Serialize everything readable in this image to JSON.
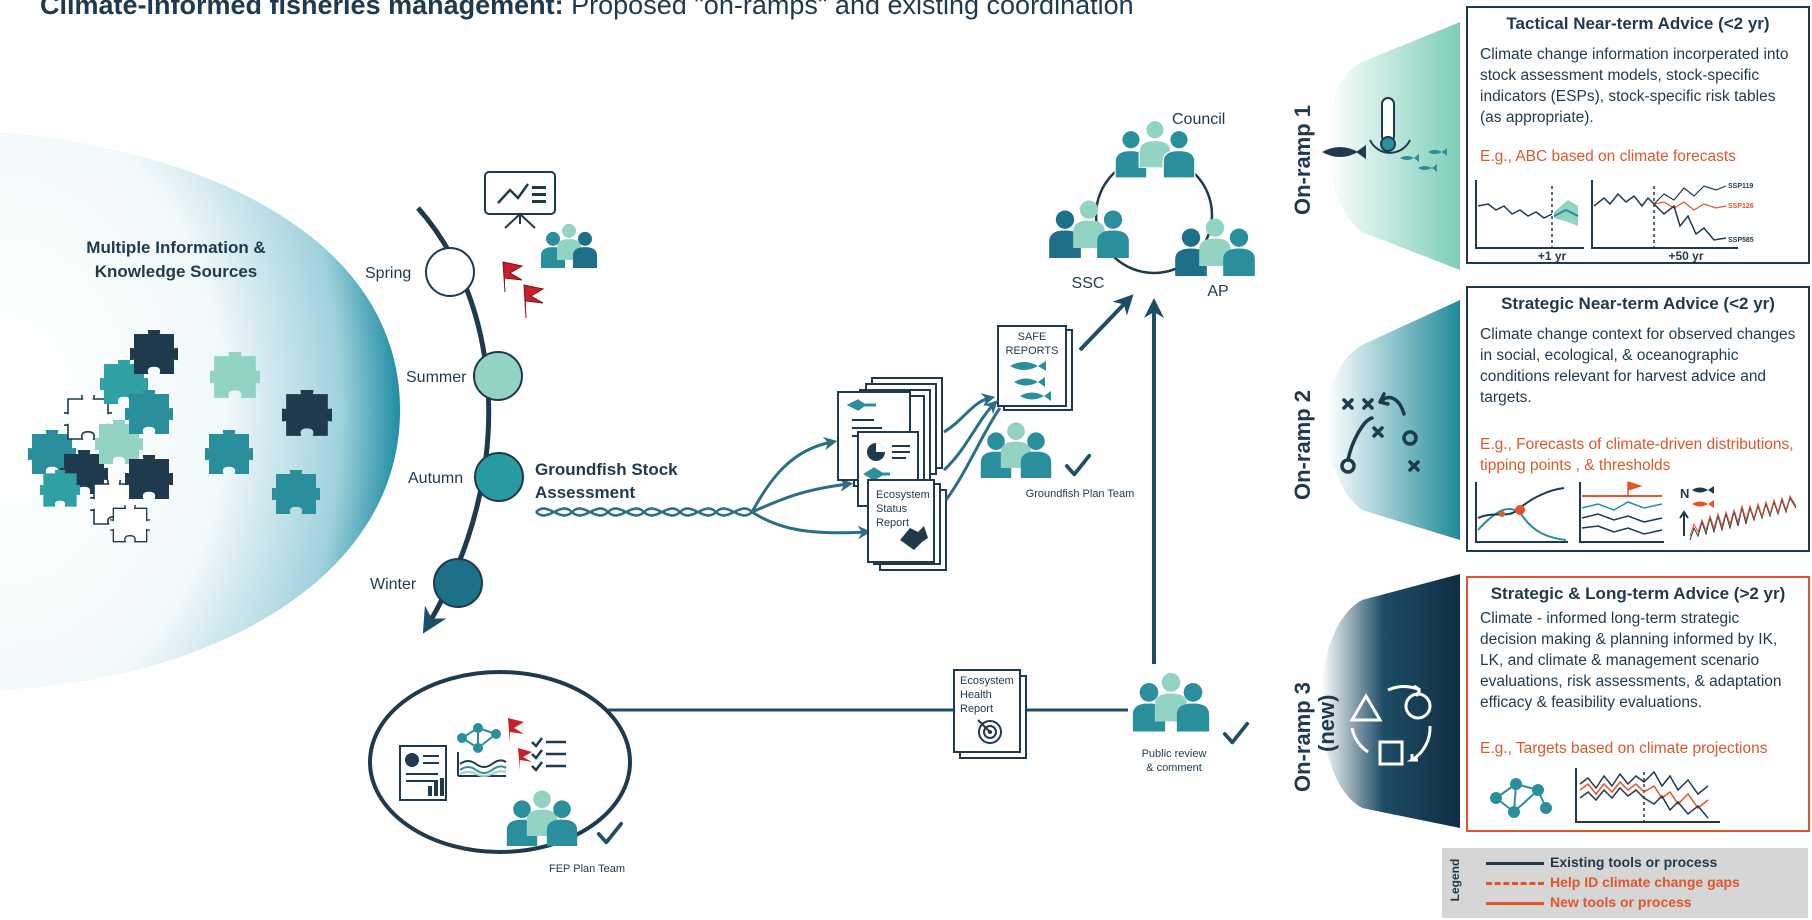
{
  "title": {
    "bold": "Climate-informed fisheries management:",
    "rest": " Proposed \"on-ramps\" and existing coordination"
  },
  "sources_label": [
    "Multiple Information &",
    "Knowledge Sources"
  ],
  "seasons": [
    "Spring",
    "Summer",
    "Autumn",
    "Winter"
  ],
  "assessment_label": [
    "Groundfish Stock",
    "Assessment"
  ],
  "reports": {
    "safe": [
      "SAFE",
      "REPORTS"
    ],
    "ecosystem_status": [
      "Ecosystem",
      "Status",
      "Report"
    ],
    "ecosystem_health": [
      "Ecosystem",
      "Health",
      "Report"
    ]
  },
  "bodies": {
    "council": "Council",
    "ssc": "SSC",
    "ap": "AP",
    "groundfish_plan_team": "Groundfish Plan Team",
    "fep_plan_team": "FEP Plan Team",
    "public_review": [
      "Public review",
      "& comment"
    ]
  },
  "onramps": [
    {
      "label": "On-ramp 1",
      "title": "Tactical Near-term Advice (<2 yr)",
      "body": "Climate change information incorperated into stock assessment models, stock-specific indicators (ESPs), stock-specific risk tables (as appropriate).",
      "example": "E.g., ABC based on climate forecasts",
      "chart_labels": [
        "+1 yr",
        "+50 yr",
        "SSP119",
        "SSP126",
        "SSP585"
      ]
    },
    {
      "label": "On-ramp 2",
      "title": "Strategic Near-term Advice (<2 yr)",
      "body": "Climate change context for observed changes in social, ecological, & oceanographic conditions relevant for harvest advice and targets.",
      "example": "E.g., Forecasts of climate-driven distributions, tipping points , & thresholds",
      "chart_labels": [
        "N"
      ]
    },
    {
      "label": "On-ramp 3",
      "sublabel": "(new)",
      "title": "Strategic & Long-term Advice (>2 yr)",
      "body": "Climate - informed long-term strategic decision making & planning informed by IK, LK, and climate & management scenario evaluations, risk assessments, & adaptation efficacy & feasibility evaluations.",
      "example": "E.g., Targets based on climate projections"
    }
  ],
  "legend": {
    "title": "Legend",
    "items": [
      {
        "label": "Existing tools or process",
        "style": "solid",
        "color": "#1e3a4c"
      },
      {
        "label": "Help ID climate change gaps",
        "style": "dashed",
        "color": "#e2552b"
      },
      {
        "label": "New tools or process",
        "style": "solid",
        "color": "#e2552b"
      }
    ]
  },
  "colors": {
    "navy": "#1e3a4c",
    "teal": "#2f8e96",
    "light_teal": "#92d3c4",
    "orange": "#d85a2b",
    "red_flag": "#c8202a"
  }
}
